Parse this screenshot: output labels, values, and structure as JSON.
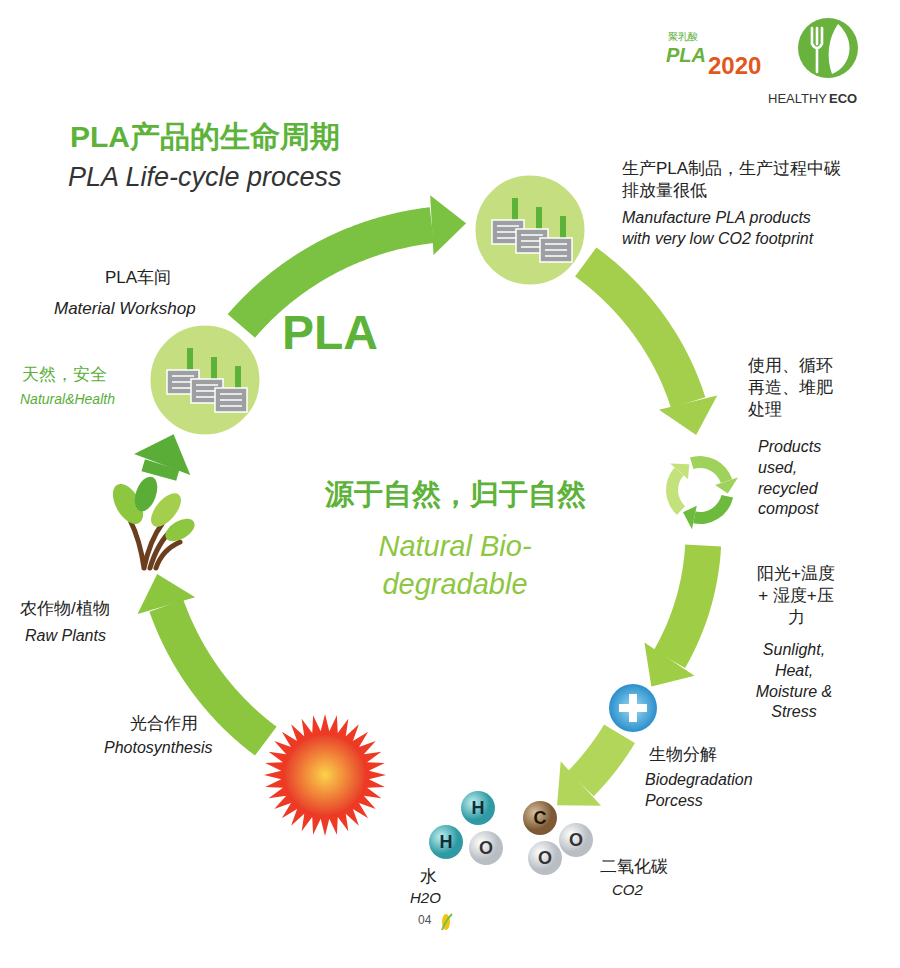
{
  "diagram": {
    "title": "PLA产品的生命周期",
    "nodes": [
      {
        "text": [
          "PLA车间",
          "Material Workshop",
          "天然，安全",
          "Natural&Health"
        ]
      },
      {
        "text": [
          "生产PLA制品，生产过程中碳排放量很低",
          "Manufacture PLA products with very low CO2 footprint"
        ]
      },
      {
        "text": [
          "使用、循环再造、堆肥处理",
          "Products used, recycled compost"
        ]
      },
      {
        "text": [
          "生物分解",
          "Biodegradation Porcess"
        ]
      },
      {
        "text": [
          "H"
        ]
      },
      {
        "text": [
          "H"
        ]
      },
      {
        "text": [
          "O"
        ]
      },
      {
        "text": [
          "C"
        ]
      },
      {
        "text": [
          "O"
        ]
      },
      {
        "text": [
          "O"
        ]
      },
      {
        "text": [
          "光合作用",
          "Photosynthesis"
        ]
      },
      {
        "text": [
          "农作物/植物",
          "Raw Plants"
        ]
      }
    ],
    "edges": [
      {
        "from": 0,
        "to": 1,
        "arrow": "to"
      },
      {
        "from": 1,
        "to": 2,
        "arrow": "to"
      },
      {
        "from": 2,
        "to": 3,
        "arrow": "to"
      },
      {
        "from": 3,
        "to": 7,
        "arrow": "to"
      },
      {
        "from": 10,
        "to": 11,
        "arrow": "to"
      },
      {
        "from": 11,
        "to": 0,
        "arrow": "to"
      }
    ],
    "labels": [
      "PLA Life-cycle process",
      "PLA",
      "源于自然，归于自然",
      "Natural Bio-degradable",
      "阳光+温度 + 湿度+压力",
      "Sunlight, Heat, Moisture & Stress",
      "水",
      "H2O",
      "二氧化碳",
      "CO2",
      "04",
      "聚乳酸",
      "PLA",
      "2020",
      "HEALTHY",
      "ECO"
    ]
  }
}
